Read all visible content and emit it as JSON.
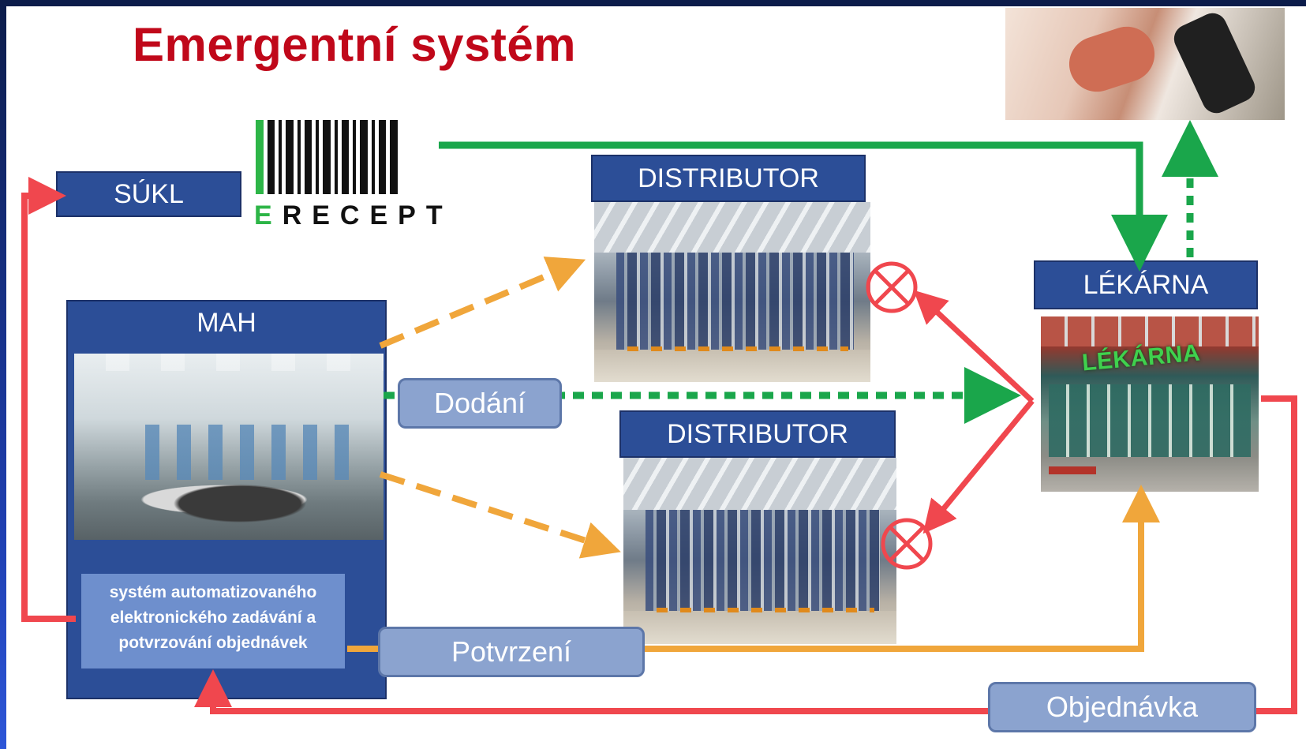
{
  "title": "Emergentní systém",
  "nodes": {
    "sukl": "SÚKL",
    "erecept": "ERECEPT",
    "mah": "MAH",
    "mah_system": [
      "systém automatizovaného",
      "elektronického zadávání a",
      "potvrzování objednávek"
    ],
    "distributor_top": "DISTRIBUTOR",
    "distributor_bottom": "DISTRIBUTOR",
    "lekarna": "LÉKÁRNA",
    "lekarna_sign": "LÉKÁRNA"
  },
  "flow_labels": {
    "dodani": "Dodání",
    "potvrzeni": "Potvrzení",
    "objednavka": "Objednávka"
  },
  "colors": {
    "title_red": "#c0081a",
    "box_blue": "#2c4e97",
    "pill_blue": "#8ba3cf",
    "arrow_green": "#1aa64b",
    "arrow_orange": "#f0a63b",
    "arrow_red": "#f0474e"
  }
}
